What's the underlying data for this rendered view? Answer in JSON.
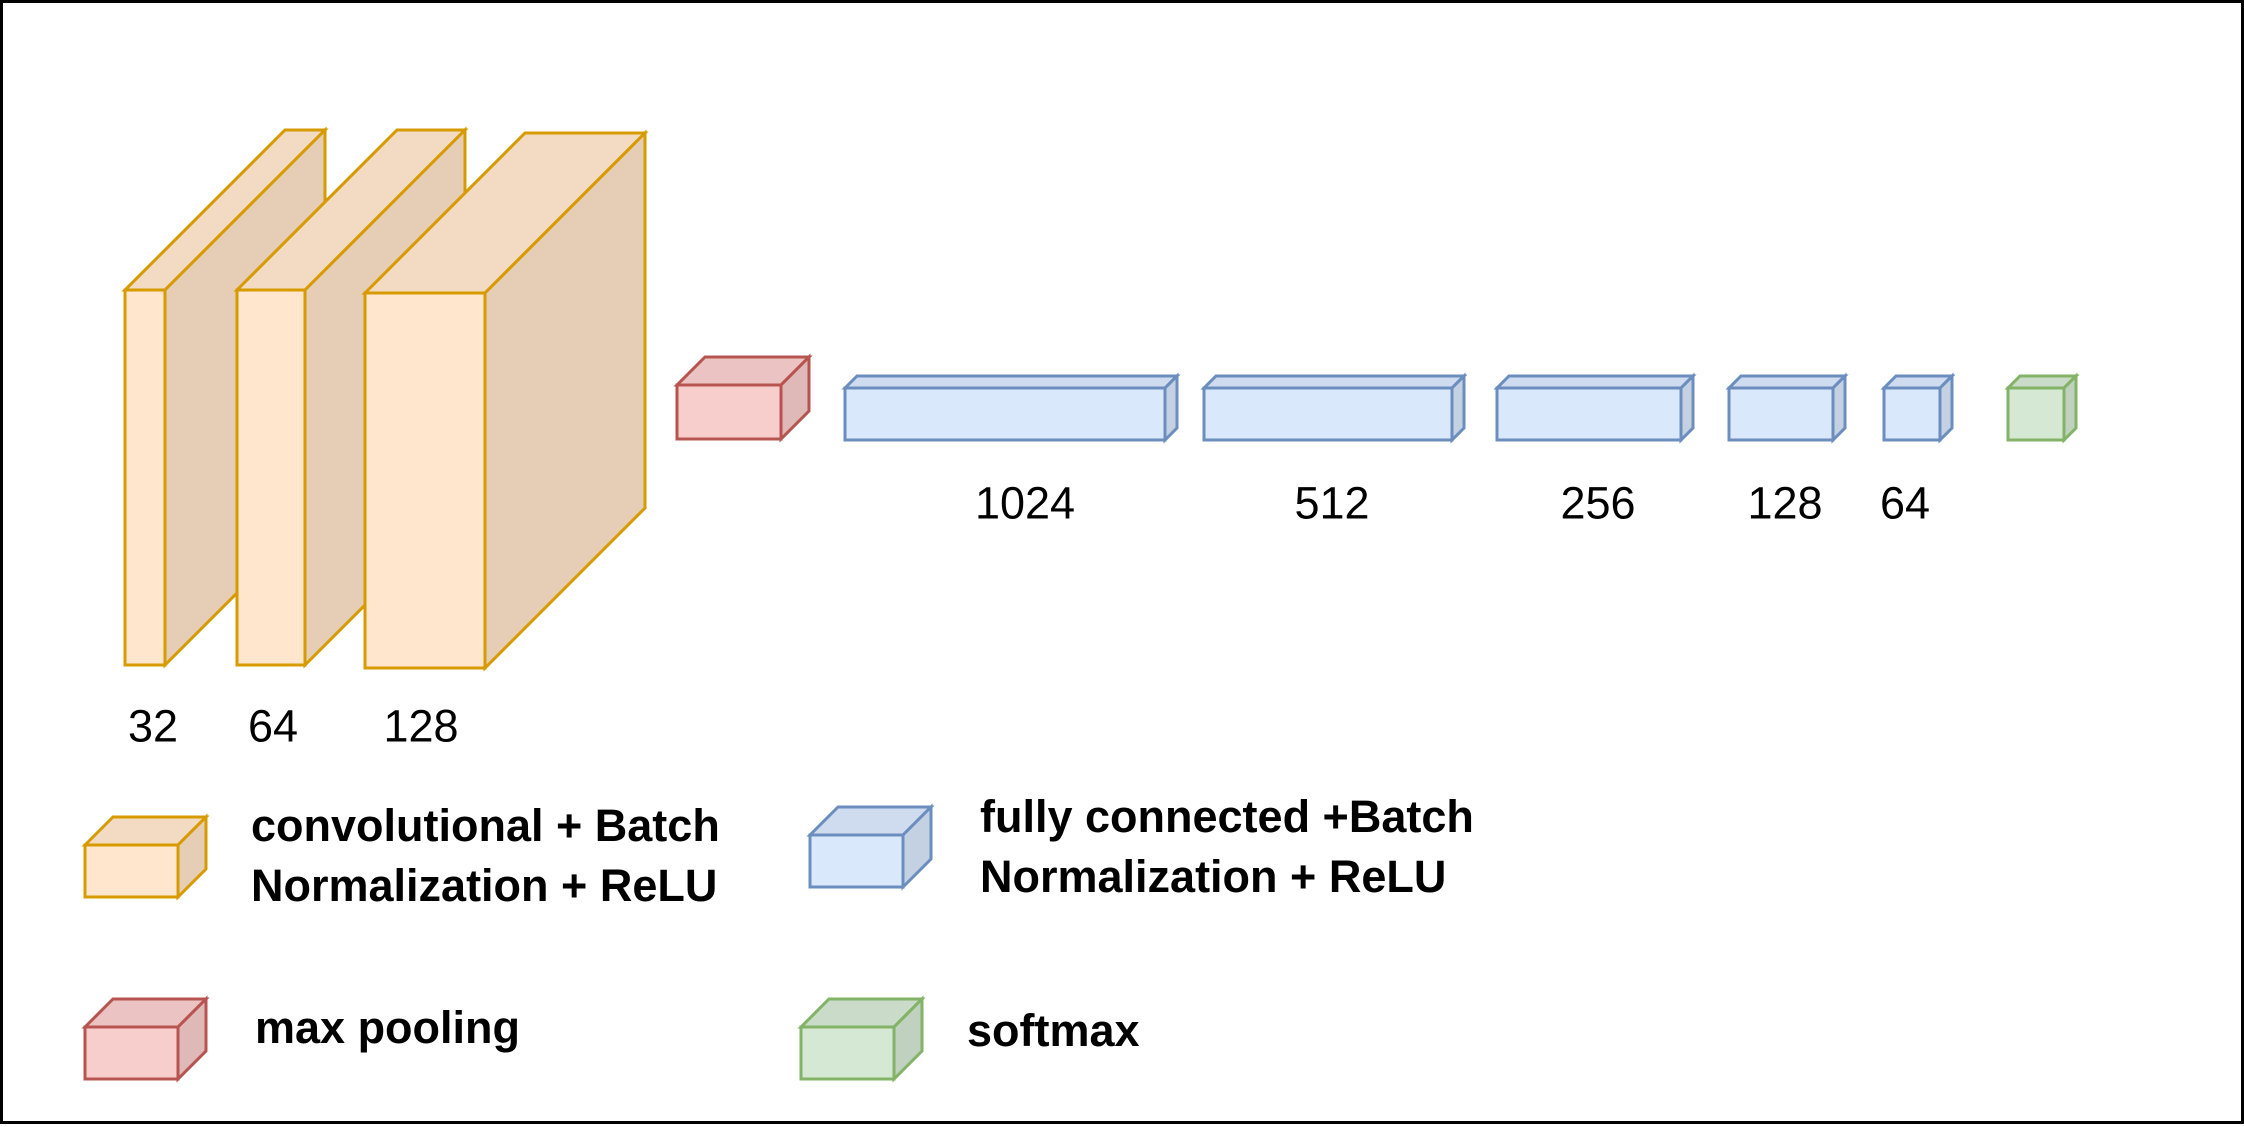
{
  "colors": {
    "conv": {
      "front": "#ffe6cc",
      "side": "#e6cdb6",
      "top": "#f3dbc3",
      "stroke": "#d79b00"
    },
    "pool": {
      "front": "#f8cecc",
      "side": "#dfb9b8",
      "top": "#ebc3c2",
      "stroke": "#b85450"
    },
    "fc": {
      "front": "#dae8fc",
      "side": "#c4d1e3",
      "top": "#cfdcef",
      "stroke": "#6c8ebf"
    },
    "soft": {
      "front": "#d5e8d4",
      "side": "#c0d1bf",
      "top": "#cadcc9",
      "stroke": "#82b366"
    }
  },
  "conv_layers": [
    {
      "label": "32"
    },
    {
      "label": "64"
    },
    {
      "label": "128"
    }
  ],
  "pool_layer": {
    "label": ""
  },
  "fc_layers": [
    {
      "label": "1024"
    },
    {
      "label": "512"
    },
    {
      "label": "256"
    },
    {
      "label": "128"
    },
    {
      "label": "64"
    }
  ],
  "softmax_layer": {
    "label": ""
  },
  "legend": {
    "conv": {
      "line1": "convolutional + Batch",
      "line2": "Normalization + ReLU",
      "icon": "orange-cube-icon"
    },
    "fc": {
      "line1": "fully connected +Batch",
      "line2": "Normalization + ReLU",
      "icon": "blue-cube-icon"
    },
    "pool": {
      "line1": "max pooling",
      "icon": "red-cube-icon"
    },
    "softmax": {
      "line1": "softmax",
      "icon": "green-cube-icon"
    }
  }
}
